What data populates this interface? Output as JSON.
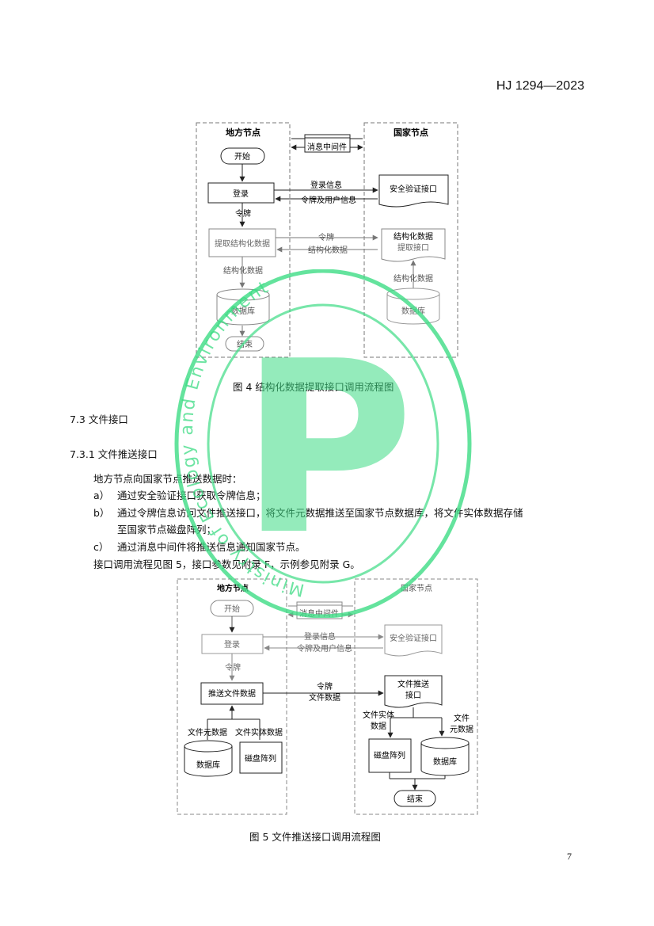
{
  "header": {
    "standard_number": "HJ 1294—2023"
  },
  "figure4": {
    "caption": "图 4    结构化数据提取接口调用流程图",
    "lane_local": "地方节点",
    "lane_national": "国家节点",
    "middleware": "消息中间件",
    "start": "开始",
    "login": "登录",
    "login_info": "登录信息",
    "auth_interface": "安全验证接口",
    "token_user_info": "令牌及用户信息",
    "token": "令牌",
    "extract_data": "提取结构化数据",
    "token2": "令牌",
    "struct_interface_l1": "结构化数据",
    "struct_interface_l2": "提取接口",
    "struct_data_back": "结构化数据",
    "struct_data_down": "结构化数据",
    "struct_data_up": "结构化数据",
    "db_local": "数据库",
    "db_national": "数据库",
    "end": "结束"
  },
  "section": {
    "h_7_3": "7.3    文件接口",
    "h_7_3_1": "7.3.1    文件推送接口",
    "para_intro": "地方节点向国家节点推送数据时：",
    "item_a_label": "a）",
    "item_a_text": "通过安全验证接口获取令牌信息；",
    "item_b_label": "b）",
    "item_b_text_l1": "通过令牌信息访问文件推送接口，将文件元数据推送至国家节点数据库，将文件实体数据存储",
    "item_b_text_l2": "至国家节点磁盘阵列；",
    "item_c_label": "c）",
    "item_c_text": "通过消息中间件将推送信息通知国家节点。",
    "para_ref": "接口调用流程见图 5，接口参数见附录 F，示例参见附录 G。"
  },
  "figure5": {
    "caption": "图 5    文件推送接口调用流程图",
    "lane_local": "地方节点",
    "lane_national": "国家节点",
    "middleware": "消息中间件",
    "start": "开始",
    "login": "登录",
    "login_info": "登录信息",
    "auth_interface": "安全验证接口",
    "token_user_info": "令牌及用户信息",
    "token": "令牌",
    "push_file": "推送文件数据",
    "push_label_l1": "令牌",
    "push_label_l2": "文件数据",
    "push_interface_l1": "文件推送",
    "push_interface_l2": "接口",
    "file_meta": "文件元数据",
    "file_entity": "文件实体数据",
    "db_local": "数据库",
    "disk_local": "磁盘阵列",
    "entity_l1": "文件实体",
    "entity_l2": "数据",
    "meta_l1": "文件",
    "meta_l2": "元数据",
    "disk_national": "磁盘阵列",
    "db_national": "数据库",
    "end": "结束"
  },
  "footer": {
    "page_number": "7"
  },
  "watermark": {
    "ring_text": "Ministry of Ecology and Environment",
    "logo_letter": "P"
  }
}
